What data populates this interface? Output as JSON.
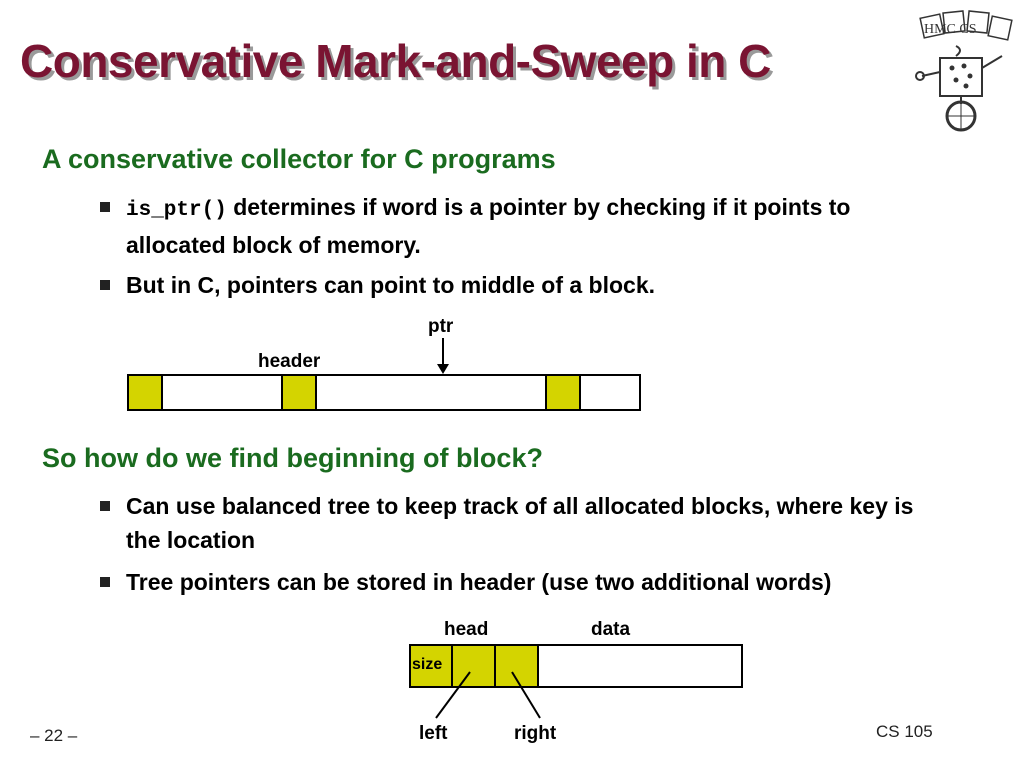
{
  "slide": {
    "title": "Conservative Mark-and-Sweep in C",
    "section1": {
      "heading": "A conservative  collector for C programs",
      "bullets": [
        {
          "code": "is_ptr()",
          "text": " determines if word is a pointer by checking if it points to allocated block of memory."
        },
        {
          "text": "But in C, pointers can point to middle of a block."
        }
      ]
    },
    "diagram1": {
      "ptr_label": "ptr",
      "header_label": "header"
    },
    "section2": {
      "heading": "So how do we find beginning of block?",
      "bullets": [
        {
          "text": "Can use balanced tree to keep track of all allocated blocks, where key is the location"
        },
        {
          "text": "Tree pointers can be stored in header (use two additional words)"
        }
      ]
    },
    "diagram2": {
      "head_label": "head",
      "data_label": "data",
      "size_label": "size",
      "left_label": "left",
      "right_label": "right"
    },
    "footer": {
      "page": "– 22 –",
      "course": "CS 105"
    },
    "logo": {
      "text": "HMC CS"
    },
    "colors": {
      "title": "#7a1432",
      "heading": "#1a6b1f",
      "block_fill": "#d4d400"
    }
  }
}
